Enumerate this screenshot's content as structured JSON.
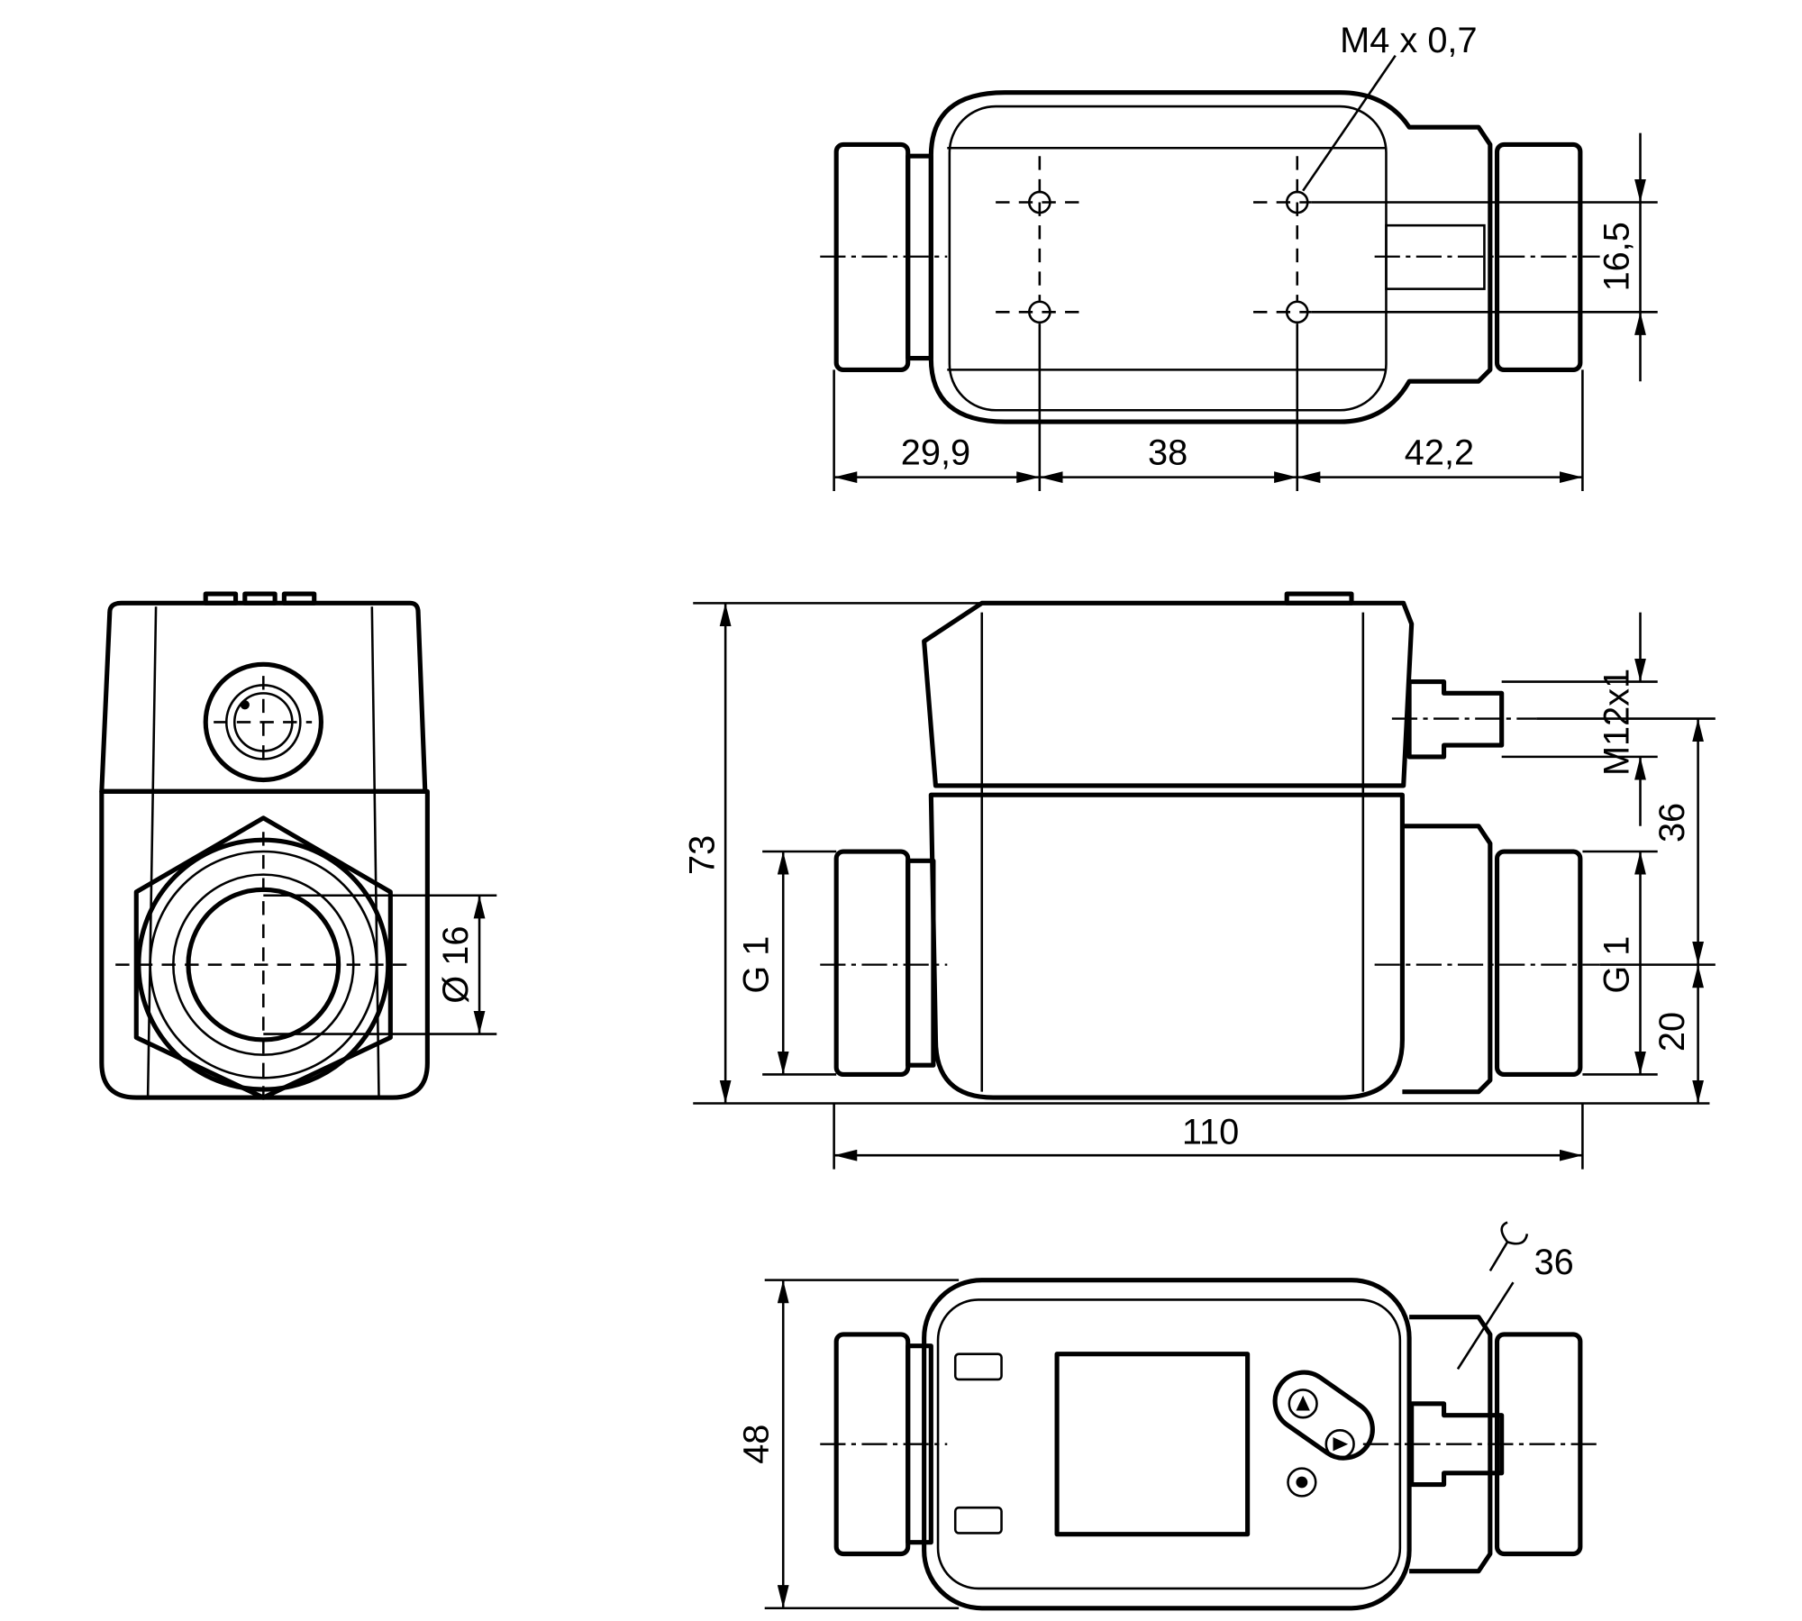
{
  "drawing": {
    "top_view": {
      "thread_label": "M4 x 0,7",
      "dim_left": "29,9",
      "dim_middle": "38",
      "dim_right": "42,2",
      "dim_hole_spacing": "16,5"
    },
    "side_view": {
      "dim_height": "73",
      "thread_left": "G 1",
      "thread_right": "G 1",
      "connector_thread": "M12x1",
      "dim_connector_height": "36",
      "dim_axis_height": "20",
      "dim_length": "110"
    },
    "end_view": {
      "dim_bore": "Ø 16"
    },
    "bottom_view": {
      "dim_width": "48",
      "wrench_size": "36"
    }
  }
}
